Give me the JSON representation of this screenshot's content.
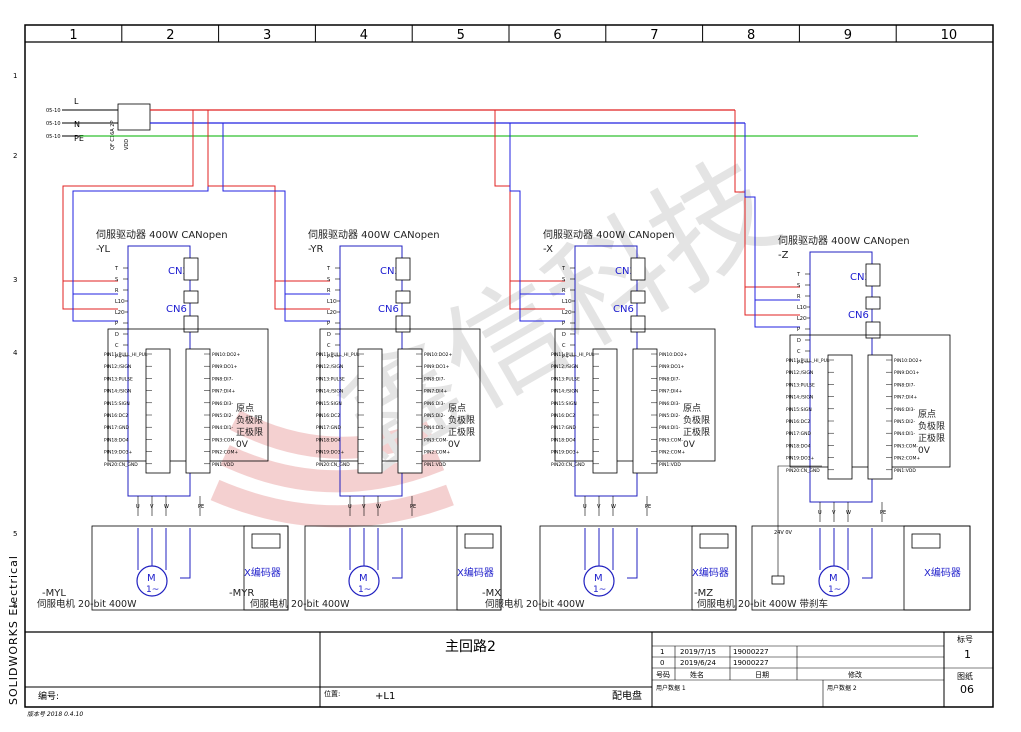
{
  "columns": [
    "1",
    "2",
    "3",
    "4",
    "5",
    "6",
    "7",
    "8",
    "9",
    "10"
  ],
  "rows": [
    "1",
    "2",
    "3",
    "4",
    "5",
    "6"
  ],
  "power": {
    "lines": [
      "L",
      "N",
      "PE"
    ],
    "refs": [
      "05-10",
      "05-10",
      "05-10"
    ],
    "breaker": "QF C16A 2P",
    "breaker_sub": "VDD"
  },
  "drivers": [
    {
      "title": "伺服驱动器 400W CANopen",
      "tag": "-YL",
      "cn2": "CN2",
      "cn6": "CN6"
    },
    {
      "title": "伺服驱动器 400W CANopen",
      "tag": "-YR",
      "cn2": "CN2",
      "cn6": "CN6"
    },
    {
      "title": "伺服驱动器 400W CANopen",
      "tag": "-X",
      "cn2": "CN2",
      "cn6": "CN6"
    },
    {
      "title": "伺服驱动器 400W CANopen",
      "tag": "-Z",
      "cn2": "CN2",
      "cn6": "CN6"
    }
  ],
  "driver_terminals": [
    "T",
    "S",
    "R",
    "L1C",
    "L2C",
    "P",
    "D",
    "C",
    "P+"
  ],
  "pins_left": [
    "PIN11:PULL_HI_PUL",
    "PIN12:/SIGN",
    "PIN13:PULSE",
    "PIN14:/SIGN",
    "PIN15:SIGN",
    "PIN16:DC2",
    "PIN17:GND",
    "PIN18:DO4",
    "PIN19:DO3+",
    "PIN20:CN_GND"
  ],
  "pins_right": [
    "PIN10:DO2+",
    "PIN9:DO1+",
    "PIN8:DI7-",
    "PIN7:DI4+",
    "PIN6:DI3-",
    "PIN5:DI2-",
    "PIN4:DI1-",
    "PIN3:COM-",
    "PIN2:COM+",
    "PIN1:VDD"
  ],
  "io_labels": [
    "原点",
    "负极限",
    "正极限",
    "0V"
  ],
  "uvw": [
    "U",
    "V",
    "W",
    "PE"
  ],
  "motors": [
    {
      "tag": "-MYL",
      "desc": "伺服电机 20-bit 400W",
      "symbol": "M",
      "phase": "1~",
      "encoder": "X编码器"
    },
    {
      "tag": "-MYR",
      "desc": "伺服电机 20-bit 400W",
      "symbol": "M",
      "phase": "1~",
      "encoder": "X编码器"
    },
    {
      "tag": "-MX",
      "desc": "伺服电机 20-bit 400W",
      "symbol": "M",
      "phase": "1~",
      "encoder": "X编码器"
    },
    {
      "tag": "-MZ",
      "desc": "伺服电机 20-bit 400W 带刹车",
      "symbol": "M",
      "phase": "1~",
      "encoder": "X编码器",
      "brake": "24V 0V"
    }
  ],
  "side_label": "SOLIDWORKS Electrical",
  "watermark": "鑫信科技",
  "title_block": {
    "title": "主回路2",
    "number_label": "编号:",
    "location_label": "位置:",
    "location": "+L1",
    "cabinet": "配电盘",
    "revisions": [
      {
        "rev": "1",
        "date": "2019/7/15",
        "name": "19000227"
      },
      {
        "rev": "0",
        "date": "2019/6/24",
        "name": "19000227"
      }
    ],
    "rev_headers": [
      "号码",
      "姓名",
      "日期",
      "修改"
    ],
    "user_data_1": "用户数据 1",
    "user_data_2": "用户数据 2",
    "mark_label": "标号",
    "mark_value": "1",
    "sheet_label": "图纸",
    "sheet_value": "06"
  },
  "version_note": "版本号 2018 0.4.10",
  "colors": {
    "L": "#e02020",
    "N": "#2020e0",
    "PE": "#30c030"
  }
}
